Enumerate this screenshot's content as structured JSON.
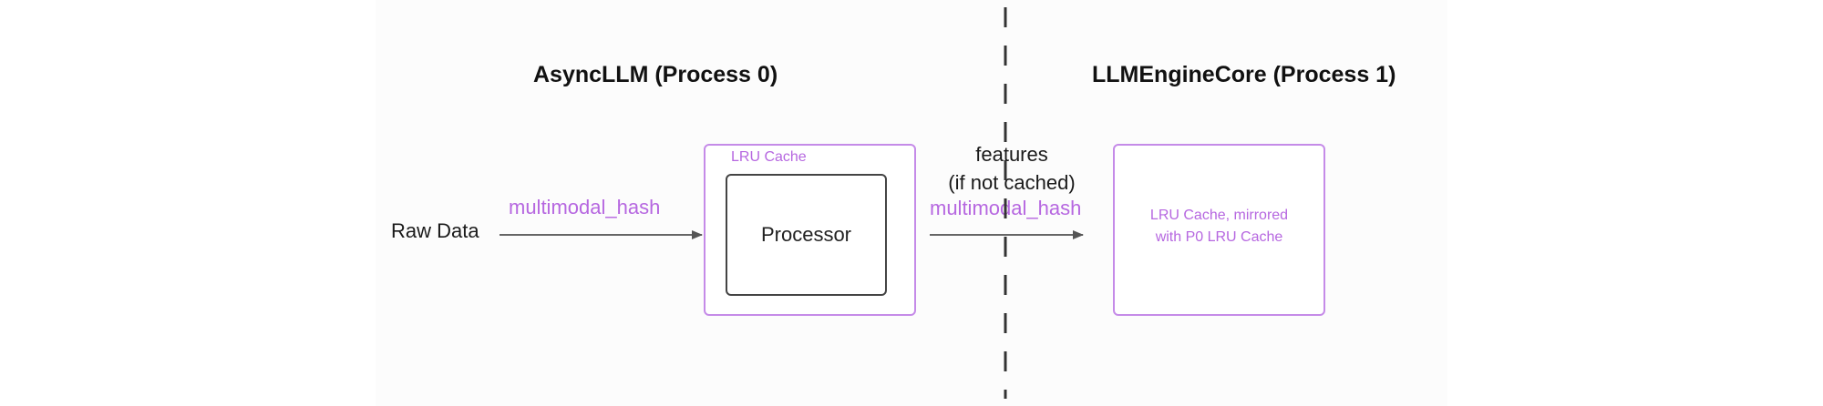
{
  "diagram": {
    "left_title": "AsyncLLM (Process 0)",
    "right_title": "LLMEngineCore (Process 1)",
    "raw_data_label": "Raw Data",
    "hash_label_left": "multimodal_hash",
    "lru_cache_label": "LRU Cache",
    "processor_label": "Processor",
    "features_label": "features",
    "if_not_cached_label": "(if not cached)",
    "hash_label_right": "multimodal_hash",
    "mirrored_line1": "LRU Cache, mirrored",
    "mirrored_line2": "with P0 LRU Cache",
    "colors": {
      "purple_text": "#b667e0",
      "purple_border": "#c58be8",
      "dark_border": "#444444",
      "arrow": "#555555"
    }
  }
}
